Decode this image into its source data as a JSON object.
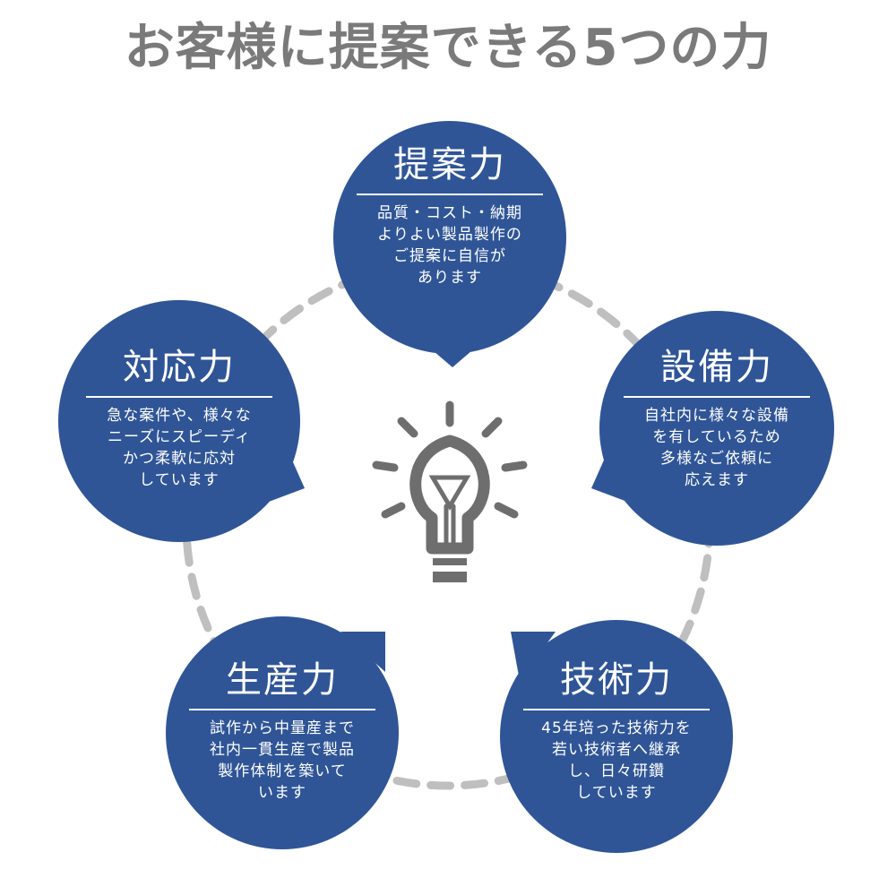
{
  "title": "お客様に提案できる5つの力",
  "colors": {
    "bubble": "#2f5597",
    "ring": "#bfbfbf",
    "icon": "#6e6e6e",
    "title": "#7a7a7a"
  },
  "icon": "lightbulb-icon",
  "items": [
    {
      "title": "提案力",
      "desc": "品質・コスト・納期\nよりよい製品製作の\nご提案に自信が\nあります"
    },
    {
      "title": "設備力",
      "desc": "自社内に様々な設備\nを有しているため\n多様なご依頼に\n応えます"
    },
    {
      "title": "技術力",
      "desc": "45年培った技術力を\n若い技術者へ継承\nし、日々研鑽\nしています"
    },
    {
      "title": "生産力",
      "desc": "試作から中量産まで\n社内一貫生産で製品\n製作体制を築いて\nいます"
    },
    {
      "title": "対応力",
      "desc": "急な案件や、様々な\nニーズにスピーディ\nかつ柔軟に応対\nしています"
    }
  ]
}
